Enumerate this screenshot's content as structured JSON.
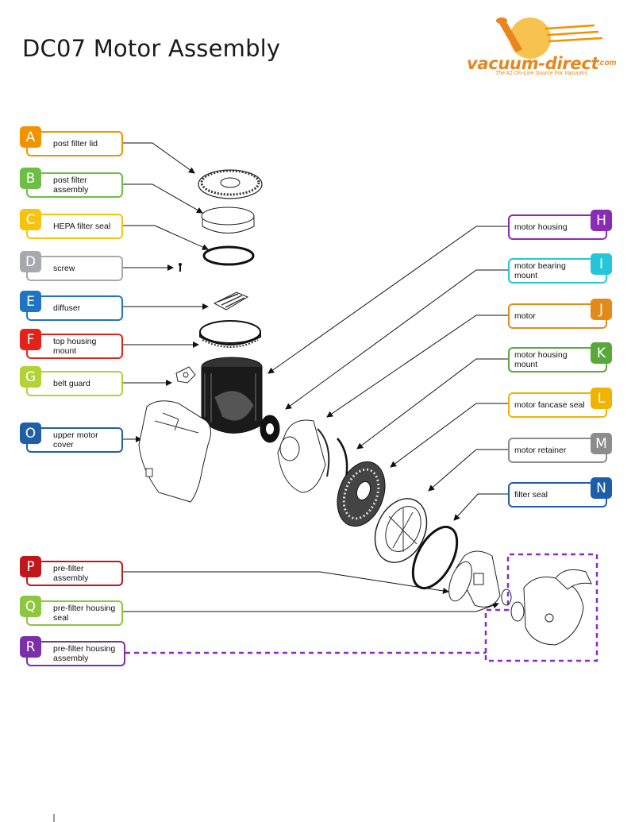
{
  "title": "DC07 Motor Assembly",
  "logo": {
    "brand": "vacuum-direct",
    "suffix": ".com",
    "tagline": "The #1 On-Line Source For Vacuums"
  },
  "colors": {
    "A": "#f39200",
    "B": "#6cbe45",
    "C": "#f6c40f",
    "D": "#a7a9ac",
    "E": "#1f75c3",
    "F": "#e2231a",
    "G": "#b3d335",
    "O": "#1f5fa8",
    "P": "#c1161c",
    "Q": "#8dc63f",
    "R": "#7b2fa8",
    "H": "#8a2bb5",
    "I": "#26c6da",
    "J": "#e38b1a",
    "K": "#5aa83c",
    "L": "#f2b200",
    "M": "#8c8c8c",
    "N": "#1e5ea8"
  },
  "labels_left": [
    {
      "letter": "A",
      "text": "post filter lid"
    },
    {
      "letter": "B",
      "text": "post filter assembly"
    },
    {
      "letter": "C",
      "text": "HEPA filter seal"
    },
    {
      "letter": "D",
      "text": "screw"
    },
    {
      "letter": "E",
      "text": "diffuser"
    },
    {
      "letter": "F",
      "text": "top housing mount"
    },
    {
      "letter": "G",
      "text": "belt guard"
    },
    {
      "letter": "O",
      "text": "upper motor cover"
    },
    {
      "letter": "P",
      "text": "pre-filter assembly"
    },
    {
      "letter": "Q",
      "text": "pre-filter housing seal"
    },
    {
      "letter": "R",
      "text": "pre-filter housing assembly"
    }
  ],
  "labels_right": [
    {
      "letter": "H",
      "text": "motor housing"
    },
    {
      "letter": "I",
      "text": "motor bearing mount"
    },
    {
      "letter": "J",
      "text": "motor"
    },
    {
      "letter": "K",
      "text": "motor housing mount"
    },
    {
      "letter": "L",
      "text": "motor fancase seal"
    },
    {
      "letter": "M",
      "text": "motor retainer"
    },
    {
      "letter": "N",
      "text": "filter seal"
    }
  ]
}
